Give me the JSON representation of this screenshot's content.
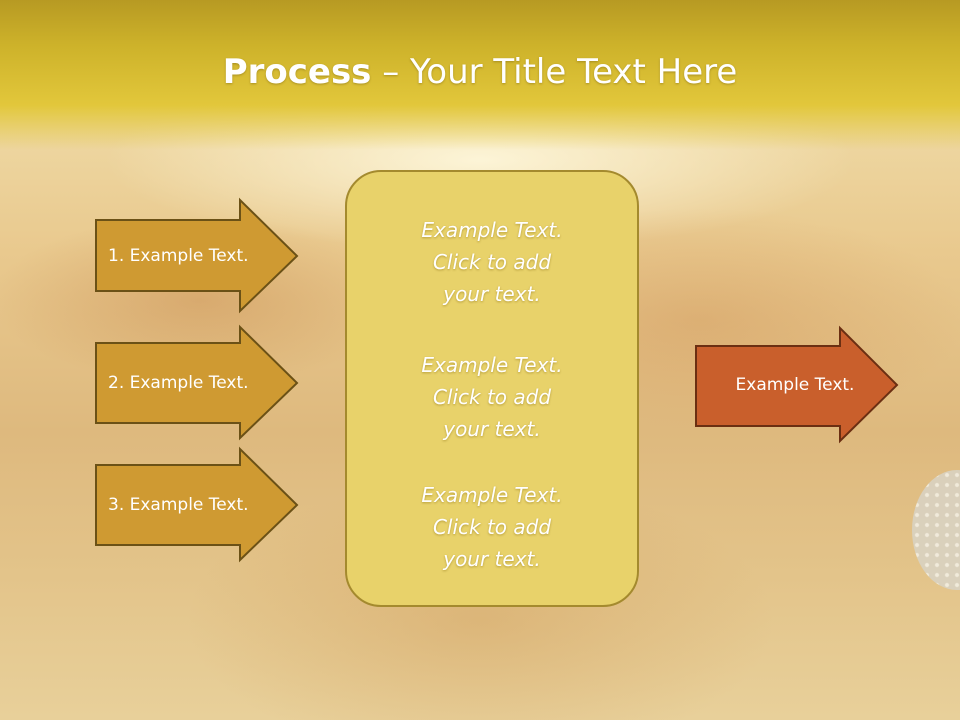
{
  "title": {
    "bold": "Process",
    "rest": " – Your Title Text Here"
  },
  "left_steps": [
    {
      "label": "1. Example Text."
    },
    {
      "label": "2. Example Text."
    },
    {
      "label": "3. Example Text."
    }
  ],
  "center_blocks": [
    {
      "line1": "Example Text.",
      "line2": "Click  to add",
      "line3": "your text."
    },
    {
      "line1": "Example Text.",
      "line2": "Click  to add",
      "line3": "your text."
    },
    {
      "line1": "Example Text.",
      "line2": "Click  to add",
      "line3": "your text."
    }
  ],
  "output": {
    "label": "Example Text."
  },
  "colors": {
    "step_arrow": "#cf9a32",
    "step_border": "#6b5116",
    "center_box": "#e8d26a",
    "output_arrow": "#c95f2c",
    "output_border": "#6b2f12",
    "title_band": "#d9bf34"
  }
}
